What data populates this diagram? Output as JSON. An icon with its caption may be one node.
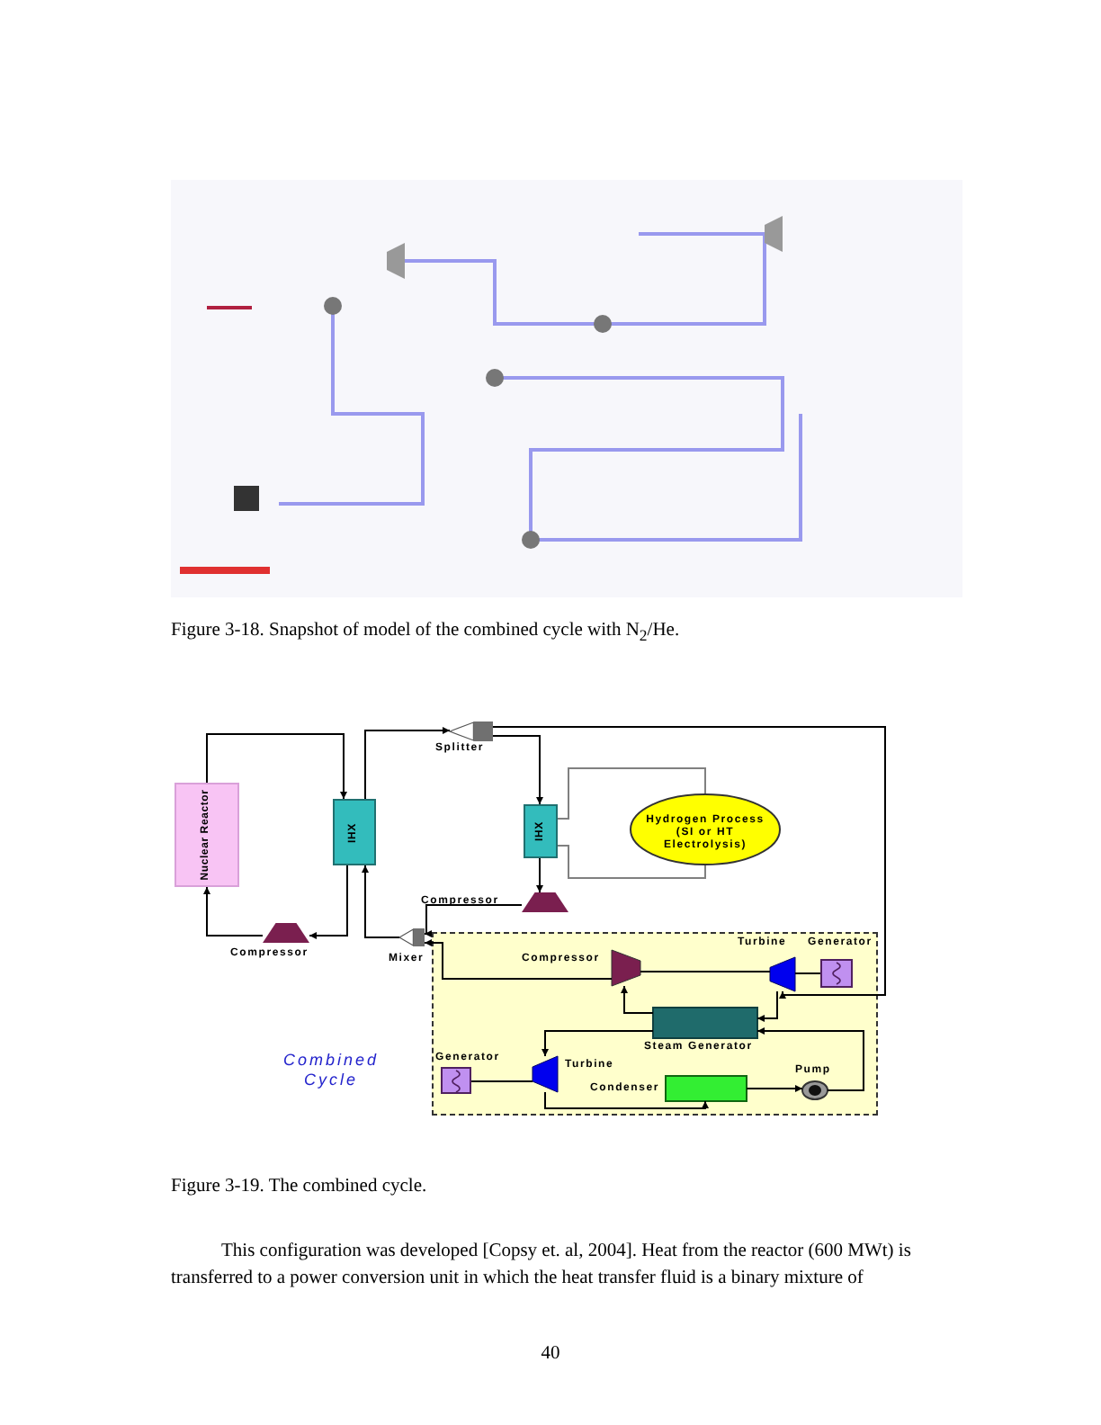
{
  "diagram": {
    "nodes": [
      {
        "text": [
          "Nuclear Reactor"
        ]
      },
      {
        "text": [
          "IHX"
        ]
      },
      {
        "text": [
          "Splitter"
        ]
      },
      {
        "text": [
          "IHX"
        ]
      },
      {
        "text": [
          "Hydrogen Process (SI or HT Electrolysis)"
        ]
      },
      {
        "text": [
          "Compressor"
        ]
      },
      {
        "text": [
          "Compressor"
        ]
      },
      {
        "text": [
          "Mixer"
        ]
      },
      {
        "text": [
          "Combined Cycle"
        ]
      },
      {
        "text": [
          "Compressor"
        ],
        "in": 8
      },
      {
        "text": [
          "Turbine"
        ],
        "in": 8
      },
      {
        "text": [
          "Generator"
        ],
        "in": 8
      },
      {
        "text": [
          "Steam Generator"
        ],
        "in": 8
      },
      {
        "text": [
          "Generator"
        ],
        "in": 8
      },
      {
        "text": [
          "Turbine"
        ],
        "in": 8
      },
      {
        "text": [
          "Condenser"
        ],
        "in": 8
      },
      {
        "text": [
          "Pump"
        ],
        "in": 8
      }
    ],
    "edges": [
      {
        "from": 0,
        "to": 1,
        "arrow": "to"
      },
      {
        "from": 1,
        "to": 6,
        "arrow": "to"
      },
      {
        "from": 6,
        "to": 0,
        "arrow": "to"
      },
      {
        "from": 1,
        "to": 2,
        "arrow": "to"
      },
      {
        "from": 2,
        "to": 3,
        "arrow": "to"
      },
      {
        "from": 2,
        "to": 10,
        "arrow": "to"
      },
      {
        "from": 3,
        "to": 5,
        "arrow": "to"
      },
      {
        "from": 5,
        "to": 7,
        "arrow": "to"
      },
      {
        "from": 7,
        "to": 1,
        "arrow": "to"
      },
      {
        "from": 3,
        "to": 4,
        "arrow": "none",
        "color": "#808080"
      },
      {
        "from": 3,
        "to": 4,
        "arrow": "none",
        "color": "#808080"
      },
      {
        "from": 9,
        "to": 7,
        "arrow": "to"
      },
      {
        "from": 9,
        "to": 10,
        "arrow": "none"
      },
      {
        "from": 10,
        "to": 11,
        "arrow": "none"
      },
      {
        "from": 10,
        "to": 12,
        "arrow": "to"
      },
      {
        "from": 12,
        "to": 9,
        "arrow": "to"
      },
      {
        "from": 12,
        "to": 14,
        "arrow": "to"
      },
      {
        "from": 13,
        "to": 14,
        "arrow": "none"
      },
      {
        "from": 14,
        "to": 15,
        "arrow": "to"
      },
      {
        "from": 15,
        "to": 16,
        "arrow": "to"
      },
      {
        "from": 16,
        "to": 12,
        "arrow": "to"
      }
    ],
    "labels": [
      "Figure 3-18. Snapshot of model of the combined cycle with N$_{2}$/He.",
      "Figure 3-19.  The combined cycle.",
      "This configuration was developed [Copsy et. al, 2004]. Heat from the reactor (600 MWt) is transferred to a power conversion unit in which the heat transfer fluid is a binary mixture of",
      "40"
    ]
  }
}
